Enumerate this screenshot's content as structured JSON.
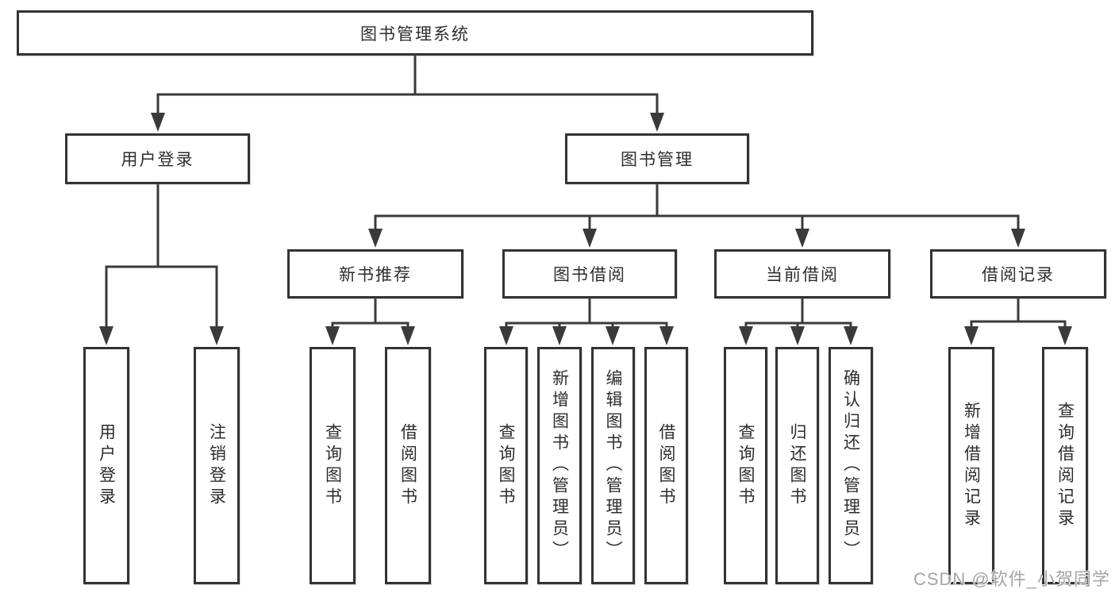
{
  "diagram": {
    "type": "hierarchy",
    "tree": {
      "root": {
        "label": "图书管理系统",
        "children": [
          {
            "label": "用户登录",
            "children": [
              {
                "label": "用户登录"
              },
              {
                "label": "注销登录"
              }
            ]
          },
          {
            "label": "图书管理",
            "children": [
              {
                "label": "新书推荐",
                "children": [
                  {
                    "label": "查询图书"
                  },
                  {
                    "label": "借阅图书"
                  }
                ]
              },
              {
                "label": "图书借阅",
                "children": [
                  {
                    "label": "查询图书"
                  },
                  {
                    "label": "新增图书（管理员）"
                  },
                  {
                    "label": "编辑图书（管理员）"
                  },
                  {
                    "label": "借阅图书"
                  }
                ]
              },
              {
                "label": "当前借阅",
                "children": [
                  {
                    "label": "查询图书"
                  },
                  {
                    "label": "归还图书"
                  },
                  {
                    "label": "确认归还（管理员）"
                  }
                ]
              },
              {
                "label": "借阅记录",
                "children": [
                  {
                    "label": "新增借阅记录"
                  },
                  {
                    "label": "查询借阅记录"
                  }
                ]
              }
            ]
          }
        ]
      }
    },
    "colors": {
      "line": "#3a3a3a",
      "box_border": "#333333",
      "text": "#2d2d2d",
      "background": "#ffffff",
      "watermark_text": "#a5a5a5"
    },
    "watermark": "CSDN @软件_小贺同学"
  }
}
